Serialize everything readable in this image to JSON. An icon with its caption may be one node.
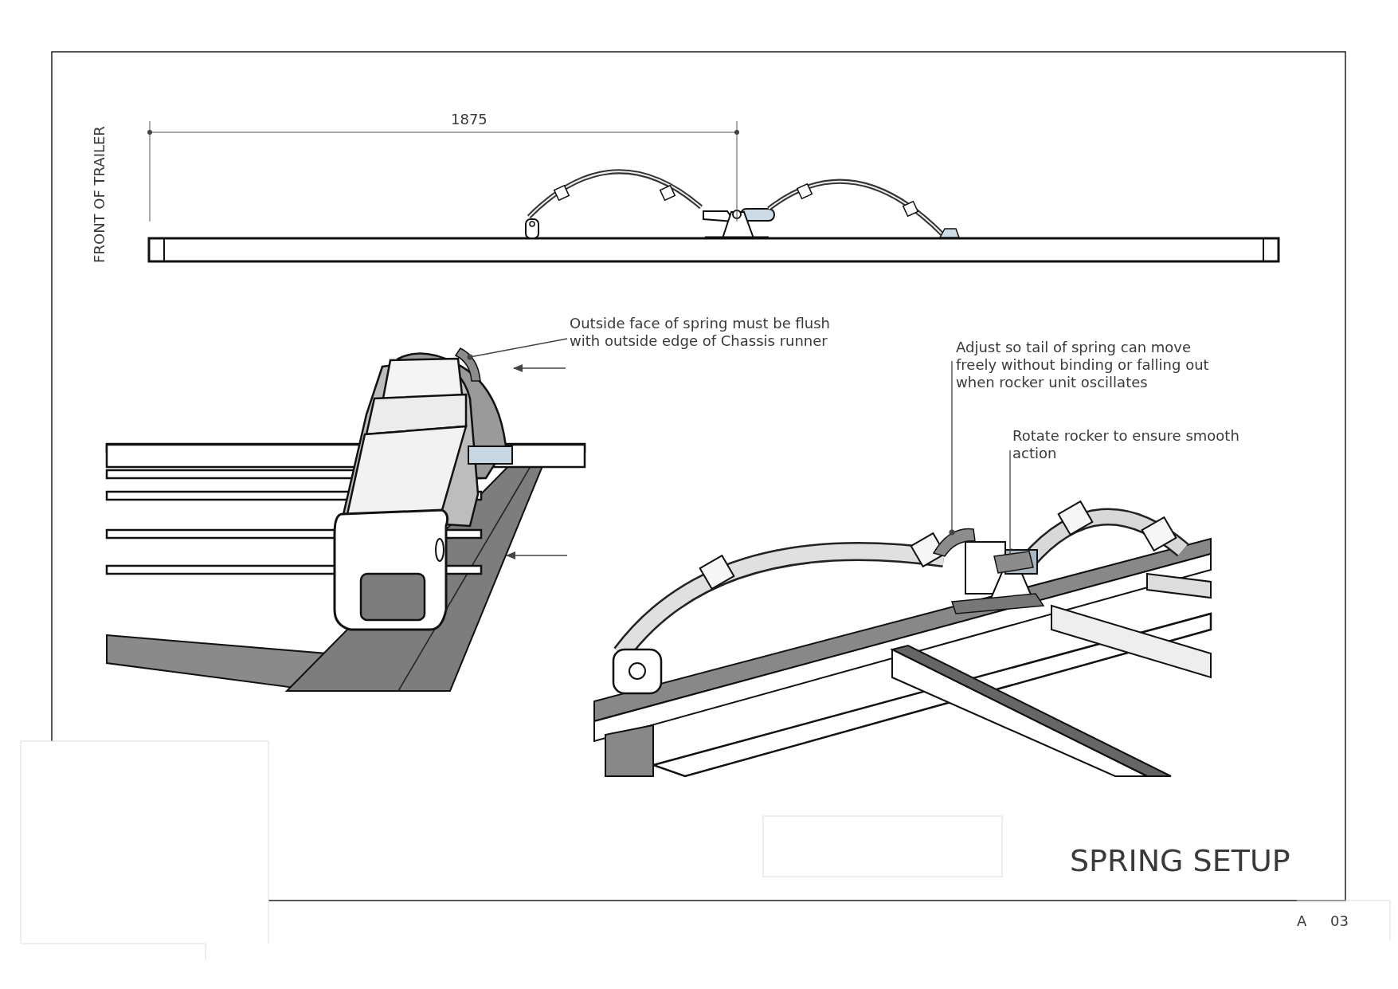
{
  "diagram": {
    "title": "SPRING SETUP",
    "nodes": [
      {
        "text": [
          "Outside face of spring must be flush with outside edge of Chassis runner"
        ]
      },
      {
        "text": [
          "Adjust so tail of spring can move freely without binding or falling out when rocker unit oscillates"
        ]
      },
      {
        "text": [
          "Rotate rocker to ensure smooth action"
        ]
      },
      {
        "text": [],
        "shape": "picture"
      },
      {
        "text": [],
        "shape": "picture"
      },
      {
        "text": [],
        "shape": "picture"
      }
    ],
    "edges": [
      {
        "from": 0,
        "to": 3,
        "arrow": "other"
      },
      {
        "from": 1,
        "to": 4,
        "arrow": "other"
      },
      {
        "from": 2,
        "to": 5,
        "arrow": "none"
      }
    ],
    "labels": [
      "FRONT OF TRAILER",
      "1875",
      "A",
      "03"
    ]
  }
}
